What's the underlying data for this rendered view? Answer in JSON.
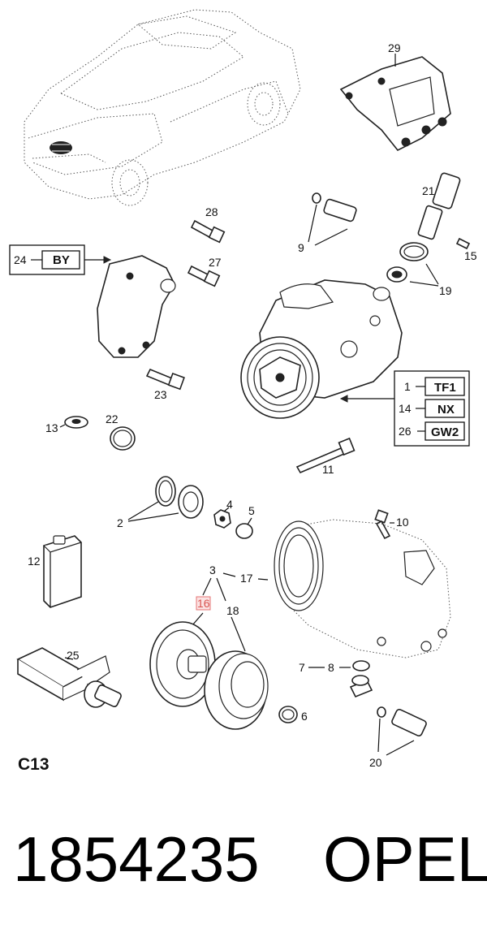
{
  "section_code": "C13",
  "part_number": "1854235",
  "brand": "OPEL",
  "labels": {
    "p1": "1",
    "p2": "2",
    "p3": "3",
    "p4": "4",
    "p5": "5",
    "p6": "6",
    "p7": "7",
    "p8": "8",
    "p9": "9",
    "p10": "10",
    "p11": "11",
    "p12": "12",
    "p13": "13",
    "p14": "14",
    "p15": "15",
    "p16": "16",
    "p17": "17",
    "p18": "18",
    "p19": "19",
    "p20": "20",
    "p21": "21",
    "p22": "22",
    "p23": "23",
    "p24": "24",
    "p25": "25",
    "p26": "26",
    "p27": "27",
    "p28": "28",
    "p29": "29"
  },
  "codes": {
    "c24": "BY",
    "c1": "TF1",
    "c14": "NX",
    "c26": "GW2"
  },
  "highlighted_callout": "16"
}
